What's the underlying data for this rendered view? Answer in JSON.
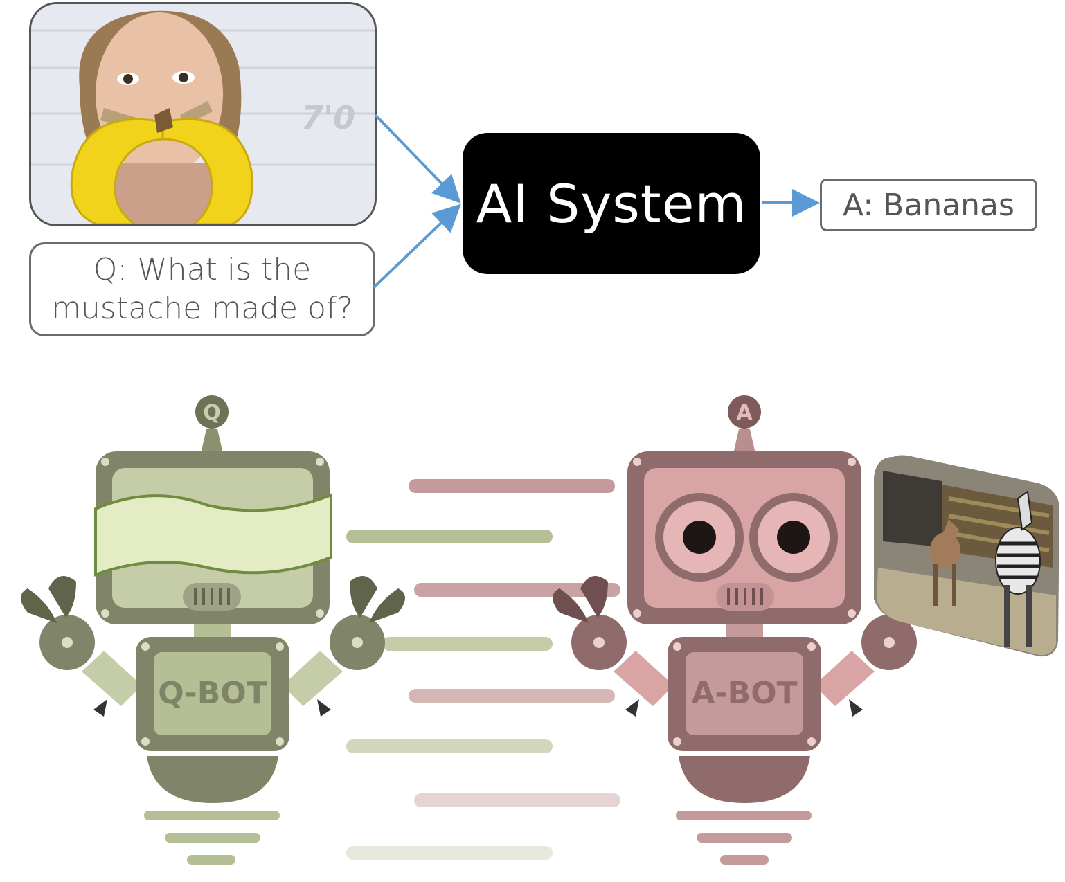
{
  "top_diagram": {
    "photo_label": "7'0",
    "question_text": "Q: What is the mustache made of?",
    "system_label": "AI System",
    "answer_text": "A: Bananas",
    "arrow_color": "#5b9bd5"
  },
  "bottom_illustration": {
    "q_bot": {
      "antenna_letter": "Q",
      "chest_label": "Q-BOT",
      "color": "#7f8466"
    },
    "a_bot": {
      "antenna_letter": "A",
      "chest_label": "A-BOT",
      "color": "#8f6b6b"
    },
    "dialog_colors": {
      "question": "#b5bf95",
      "answer": "#c49a9a"
    }
  }
}
